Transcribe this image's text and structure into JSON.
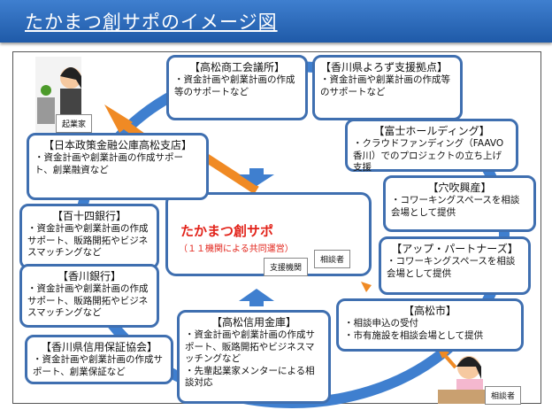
{
  "title": "たかまつ創サポのイメージ図",
  "center": {
    "name": "たかまつ創サポ",
    "sub": "（１１機関による共同運営）",
    "label_support": "支援機関",
    "label_client": "相談者"
  },
  "labels": {
    "entrepreneur": "起業家",
    "client": "相談者"
  },
  "boxes": [
    {
      "title": "【高松商工会議所】",
      "lines": [
        "・資金計画や創業計画の作成等のサポートなど"
      ]
    },
    {
      "title": "【香川県よろず支援拠点】",
      "lines": [
        "・資金計画や創業計画の作成等のサポートなど"
      ]
    },
    {
      "title": "【富士ホールディング】",
      "lines": [
        "・クラウドファンディング（FAAVO香川）でのプロジェクトの立ち上げ支援"
      ]
    },
    {
      "title": "【日本政策金融公庫高松支店】",
      "lines": [
        "・資金計画や創業計画の作成サポート、創業融資など"
      ]
    },
    {
      "title": "【穴吹興産】",
      "lines": [
        "・コワーキングスペースを相談会場として提供"
      ]
    },
    {
      "title": "【百十四銀行】",
      "lines": [
        "・資金計画や創業計画の作成サポート、販路開拓やビジネスマッチングなど"
      ]
    },
    {
      "title": "【アップ・パートナーズ】",
      "lines": [
        "・コワーキングスペースを相談会場として提供"
      ]
    },
    {
      "title": "【香川銀行】",
      "lines": [
        "・資金計画や創業計画の作成サポート、販路開拓やビジネスマッチングなど"
      ]
    },
    {
      "title": "【高松市】",
      "lines": [
        "・相談申込の受付",
        "・市有施設を相談会場として提供"
      ]
    },
    {
      "title": "【香川県信用保証協会】",
      "lines": [
        "・資金計画や創業計画の作成サポート、創業保証など"
      ]
    },
    {
      "title": "【高松信用金庫】",
      "lines": [
        "・資金計画や創業計画の作成サポート、販路開拓やビジネスマッチングなど",
        "・先輩起業家メンターによる相談対応"
      ]
    }
  ],
  "colors": {
    "header": "#2d6bbd",
    "ring": "#3f7fcf",
    "arrow": "#f08a24",
    "accent": "#e2231a"
  }
}
